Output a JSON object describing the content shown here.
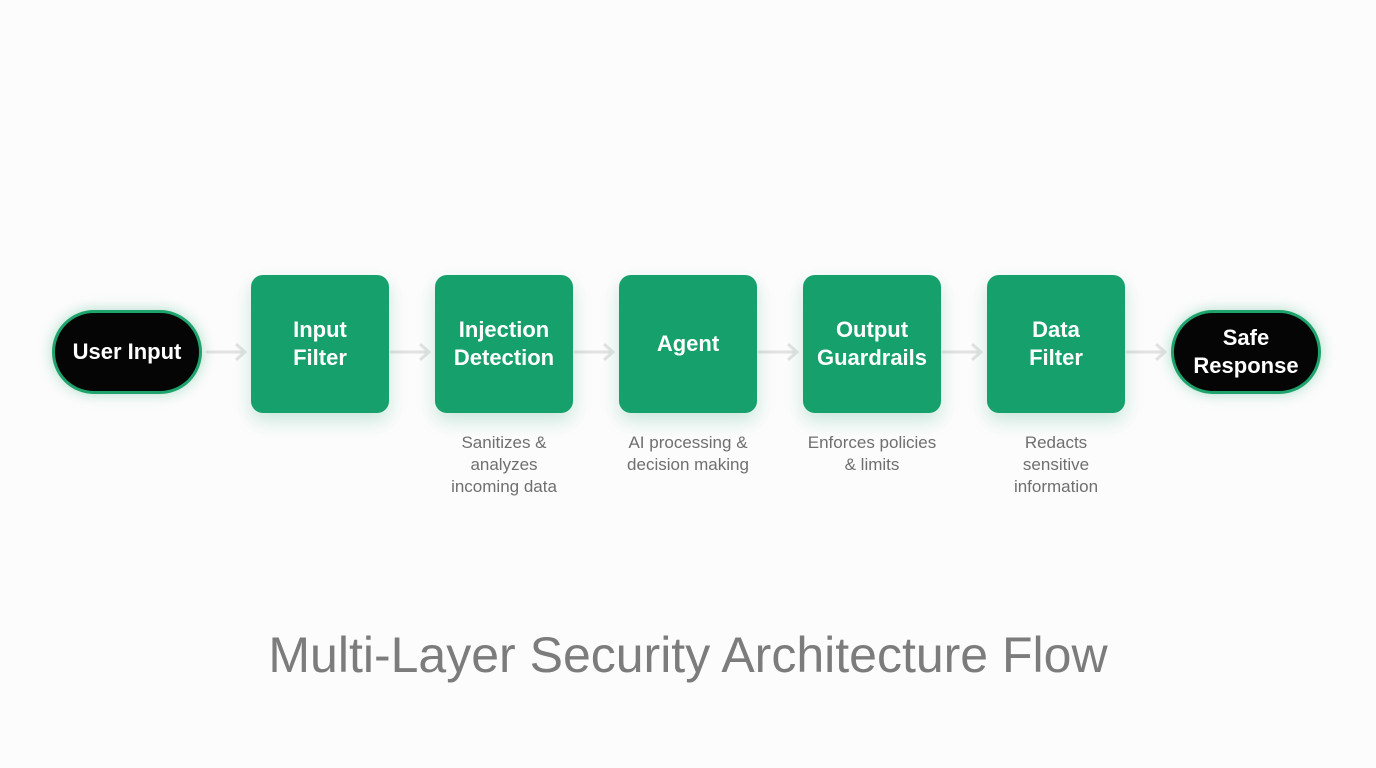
{
  "diagram": {
    "start_node": {
      "label": "User Input"
    },
    "steps": [
      {
        "label": "Input\nFilter",
        "description": ""
      },
      {
        "label": "Injection\nDetection",
        "description": "Sanitizes &\nanalyzes\nincoming data"
      },
      {
        "label": "Agent",
        "description": "AI processing &\ndecision making"
      },
      {
        "label": "Output\nGuardrails",
        "description": "Enforces policies\n& limits"
      },
      {
        "label": "Data\nFilter",
        "description": "Redacts\nsensitive\ninformation"
      }
    ],
    "end_node": {
      "label": "Safe\nResponse"
    },
    "title": "Multi-Layer Security Architecture Flow"
  },
  "colors": {
    "step_fill": "#16a06b",
    "terminal_fill": "#050505",
    "terminal_border": "#1ea36c",
    "arrow": "#e2e2e2",
    "description_text": "#6f6f6f",
    "title_text": "#7c7c7c"
  }
}
